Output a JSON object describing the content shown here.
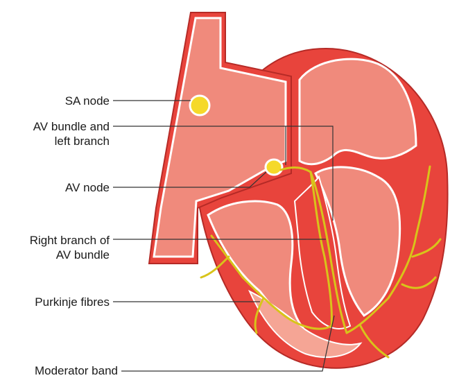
{
  "labels": {
    "sa_node": "SA node",
    "av_bundle_line1": "AV bundle and",
    "av_bundle_line2": "left branch",
    "av_node": "AV node",
    "right_branch_line1": "Right branch of",
    "right_branch_line2": "AV bundle",
    "purkinje": "Purkinje fibres",
    "moderator_band": "Moderator band"
  },
  "colors": {
    "outer_wall": "#e8443c",
    "wall_dark": "#c5312c",
    "inner_chamber": "#f08a7c",
    "chamber_light": "#f5a595",
    "node_fill": "#f5d92a",
    "conduction": "#d8c41a",
    "outline": "#ffffff",
    "leader_line": "#333333"
  }
}
